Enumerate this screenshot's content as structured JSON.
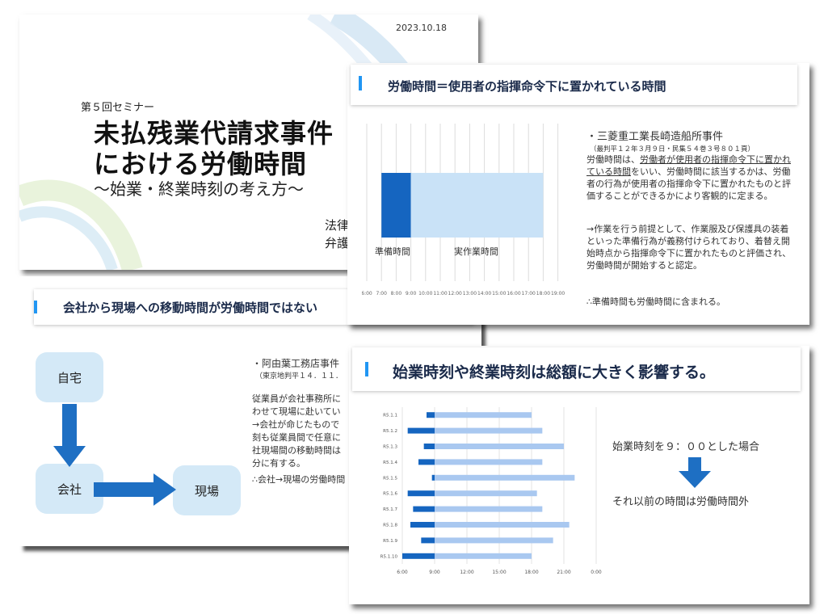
{
  "slide1": {
    "date": "2023.10.18",
    "seminar": "第５回セミナー",
    "title_line1": "未払残業代請求事件",
    "title_line2": "における労働時間",
    "subtitle": "～始業・終業時刻の考え方～",
    "presenter_line1": "法律",
    "presenter_line2": "弁護"
  },
  "slide2": {
    "header": "労働時間＝使用者の指揮命令下に置かれている時間",
    "case_name": "・三菱重工業長崎造船所事件",
    "citation": "（最判平１２年３月９日・民集５４巻３号８０１頁）",
    "para1_a": "労働時間は、",
    "para1_underline": "労働者が使用者の指揮命令下に置かれている時間",
    "para1_b": "をいい、労働時間に該当するかは、労働者の行為が使用者の指揮命令下に置かれたものと評価することができるかにより客観的に定まる。",
    "para2": "→作業を行う前提として、作業服及び保護具の装着といった準備行為が義務付けられており、着替え開始時点から指揮命令下に置かれたものと評価され、労働時間が開始すると認定。",
    "para3": "∴準備時間も労働時間に含まれる。",
    "label_prep": "準備時間",
    "label_work": "実作業時間",
    "ticks": [
      "6:00",
      "7:00",
      "8:00",
      "9:00",
      "10:00",
      "11:00",
      "12:00",
      "13:00",
      "14:00",
      "15:00",
      "16:00",
      "17:00",
      "18:00",
      "19:00"
    ],
    "colors": {
      "prep": "#1565c0",
      "work": "#c9e2f7"
    }
  },
  "slide3": {
    "header": "会社から現場への移動時間が労働時間ではない",
    "node_home": "自宅",
    "node_company": "会社",
    "node_site": "現場",
    "case_name": "・阿由葉工務店事件",
    "citation": "（東京地判平１４．１１．",
    "lines": [
      "従業員が会社事務所に",
      "わせて現場に赴いてい",
      "→会社が命じたもので",
      "刻も従業員間で任意に",
      "社現場間の移動時間は",
      "分に有する。"
    ],
    "conclusion": "∴会社→現場の労働時間"
  },
  "slide4": {
    "header": "始業時刻や終業時刻は総額に大きく影響する。",
    "text_top": "始業時刻を９：００とした場合",
    "text_bottom": "それ以前の時間は労働時間外",
    "colors": {
      "pre": "#1565c0",
      "main": "#a9c8f0"
    }
  },
  "chart_data": {
    "type": "bar",
    "orientation": "horizontal",
    "stacked": true,
    "categories": [
      "R5.1.1",
      "R5.1.2",
      "R5.1.3",
      "R5.1.4",
      "R5.1.5",
      "R5.1.6",
      "R5.1.7",
      "R5.1.8",
      "R5.1.9",
      "R5.1.10"
    ],
    "x_ticks": [
      "6:00",
      "9:00",
      "12:00",
      "15:00",
      "18:00",
      "21:00",
      "0:00"
    ],
    "xlim": [
      6,
      24
    ],
    "series": [
      {
        "start": [
          8.25,
          6.5,
          8.0,
          7.5,
          8.75,
          6.5,
          7.0,
          6.75,
          7.75,
          6.0
        ],
        "end": [
          9,
          9,
          9,
          9,
          9,
          9,
          9,
          9,
          9,
          9
        ]
      },
      {
        "start": [
          9,
          9,
          9,
          9,
          9,
          9,
          9,
          9,
          9,
          9
        ],
        "end": [
          18.0,
          19.0,
          21.0,
          19.0,
          22.0,
          18.5,
          19.0,
          21.5,
          20.0,
          18.0
        ]
      }
    ]
  }
}
